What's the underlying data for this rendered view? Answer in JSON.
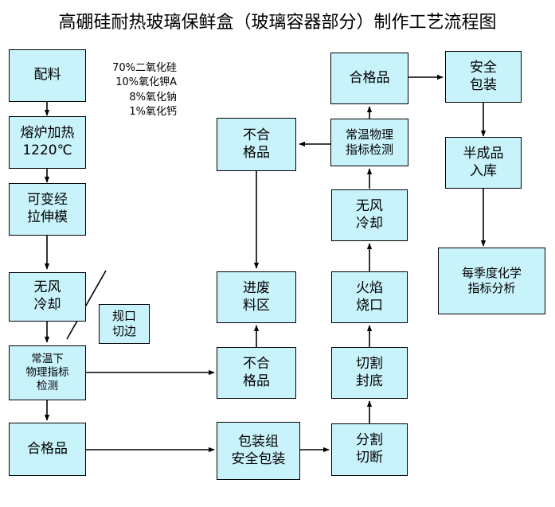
{
  "title": "高硼硅耐热玻璃保鲜盒（玻璃容器部分）制作工艺流程图",
  "notes": {
    "formula": "70%二氧化硅\n10%氧化钾A\n8%氧化钠\n1%氧化钙"
  },
  "colors": {
    "node_fill": "#c9f3fb",
    "node_border": "#000000",
    "edge": "#000000",
    "text": "#000000",
    "background": "#ffffff"
  },
  "nodes": {
    "peiliao": "配料",
    "ronglu": "熔炉加热\n1220℃",
    "lashenmo": "可变经\n拉伸模",
    "wufeng_lengque_left": "无风\n冷却",
    "guikou_qiebian": "规口\n切边",
    "changwenxia_jiance": "常温下\n物理指标\n检测",
    "hegepin_left": "合格品",
    "buhegepin_mid_top": "不合\n格品",
    "jinfeiliaoqu": "进废\n料区",
    "buhegepin_mid_bottom": "不合\n格品",
    "baozhuangzu": "包装组\n安全包装",
    "changwen_wuli_jiance": "常温物理\n指标检测",
    "wufeng_lengque_right": "无风\n冷却",
    "huoyan_shaokou": "火焰\n烧口",
    "qiege_fengdi": "切割\n封底",
    "fenge_qieduan": "分割\n切断",
    "hegepin_right": "合格品",
    "anquan_baozhuang": "安全\n包装",
    "banchengpin_ruku": "半成品\n入库",
    "jidu_huaxue_fenxi": "每季度化学\n指标分析"
  },
  "flow_edges": [
    {
      "from": "peiliao",
      "to": "ronglu"
    },
    {
      "from": "ronglu",
      "to": "lashenmo"
    },
    {
      "from": "lashenmo",
      "to": "wufeng_lengque_left"
    },
    {
      "from": "wufeng_lengque_left",
      "to": "changwenxia_jiance"
    },
    {
      "from": "changwenxia_jiance",
      "to": "hegepin_left"
    },
    {
      "from": "changwenxia_jiance",
      "to": "buhegepin_mid_bottom"
    },
    {
      "from": "hegepin_left",
      "to": "baozhuangzu"
    },
    {
      "from": "baozhuangzu",
      "to": "fenge_qieduan"
    },
    {
      "from": "buhegepin_mid_bottom",
      "to": "jinfeiliaoqu"
    },
    {
      "from": "fenge_qieduan",
      "to": "qiege_fengdi"
    },
    {
      "from": "qiege_fengdi",
      "to": "huoyan_shaokou"
    },
    {
      "from": "huoyan_shaokou",
      "to": "wufeng_lengque_right"
    },
    {
      "from": "wufeng_lengque_right",
      "to": "changwen_wuli_jiance"
    },
    {
      "from": "changwen_wuli_jiance",
      "to": "hegepin_right"
    },
    {
      "from": "changwen_wuli_jiance",
      "to": "buhegepin_mid_top"
    },
    {
      "from": "buhegepin_mid_top",
      "to": "jinfeiliaoqu"
    },
    {
      "from": "hegepin_right",
      "to": "anquan_baozhuang"
    },
    {
      "from": "anquan_baozhuang",
      "to": "banchengpin_ruku"
    },
    {
      "from": "banchengpin_ruku",
      "to": "jidu_huaxue_fenxi"
    }
  ]
}
